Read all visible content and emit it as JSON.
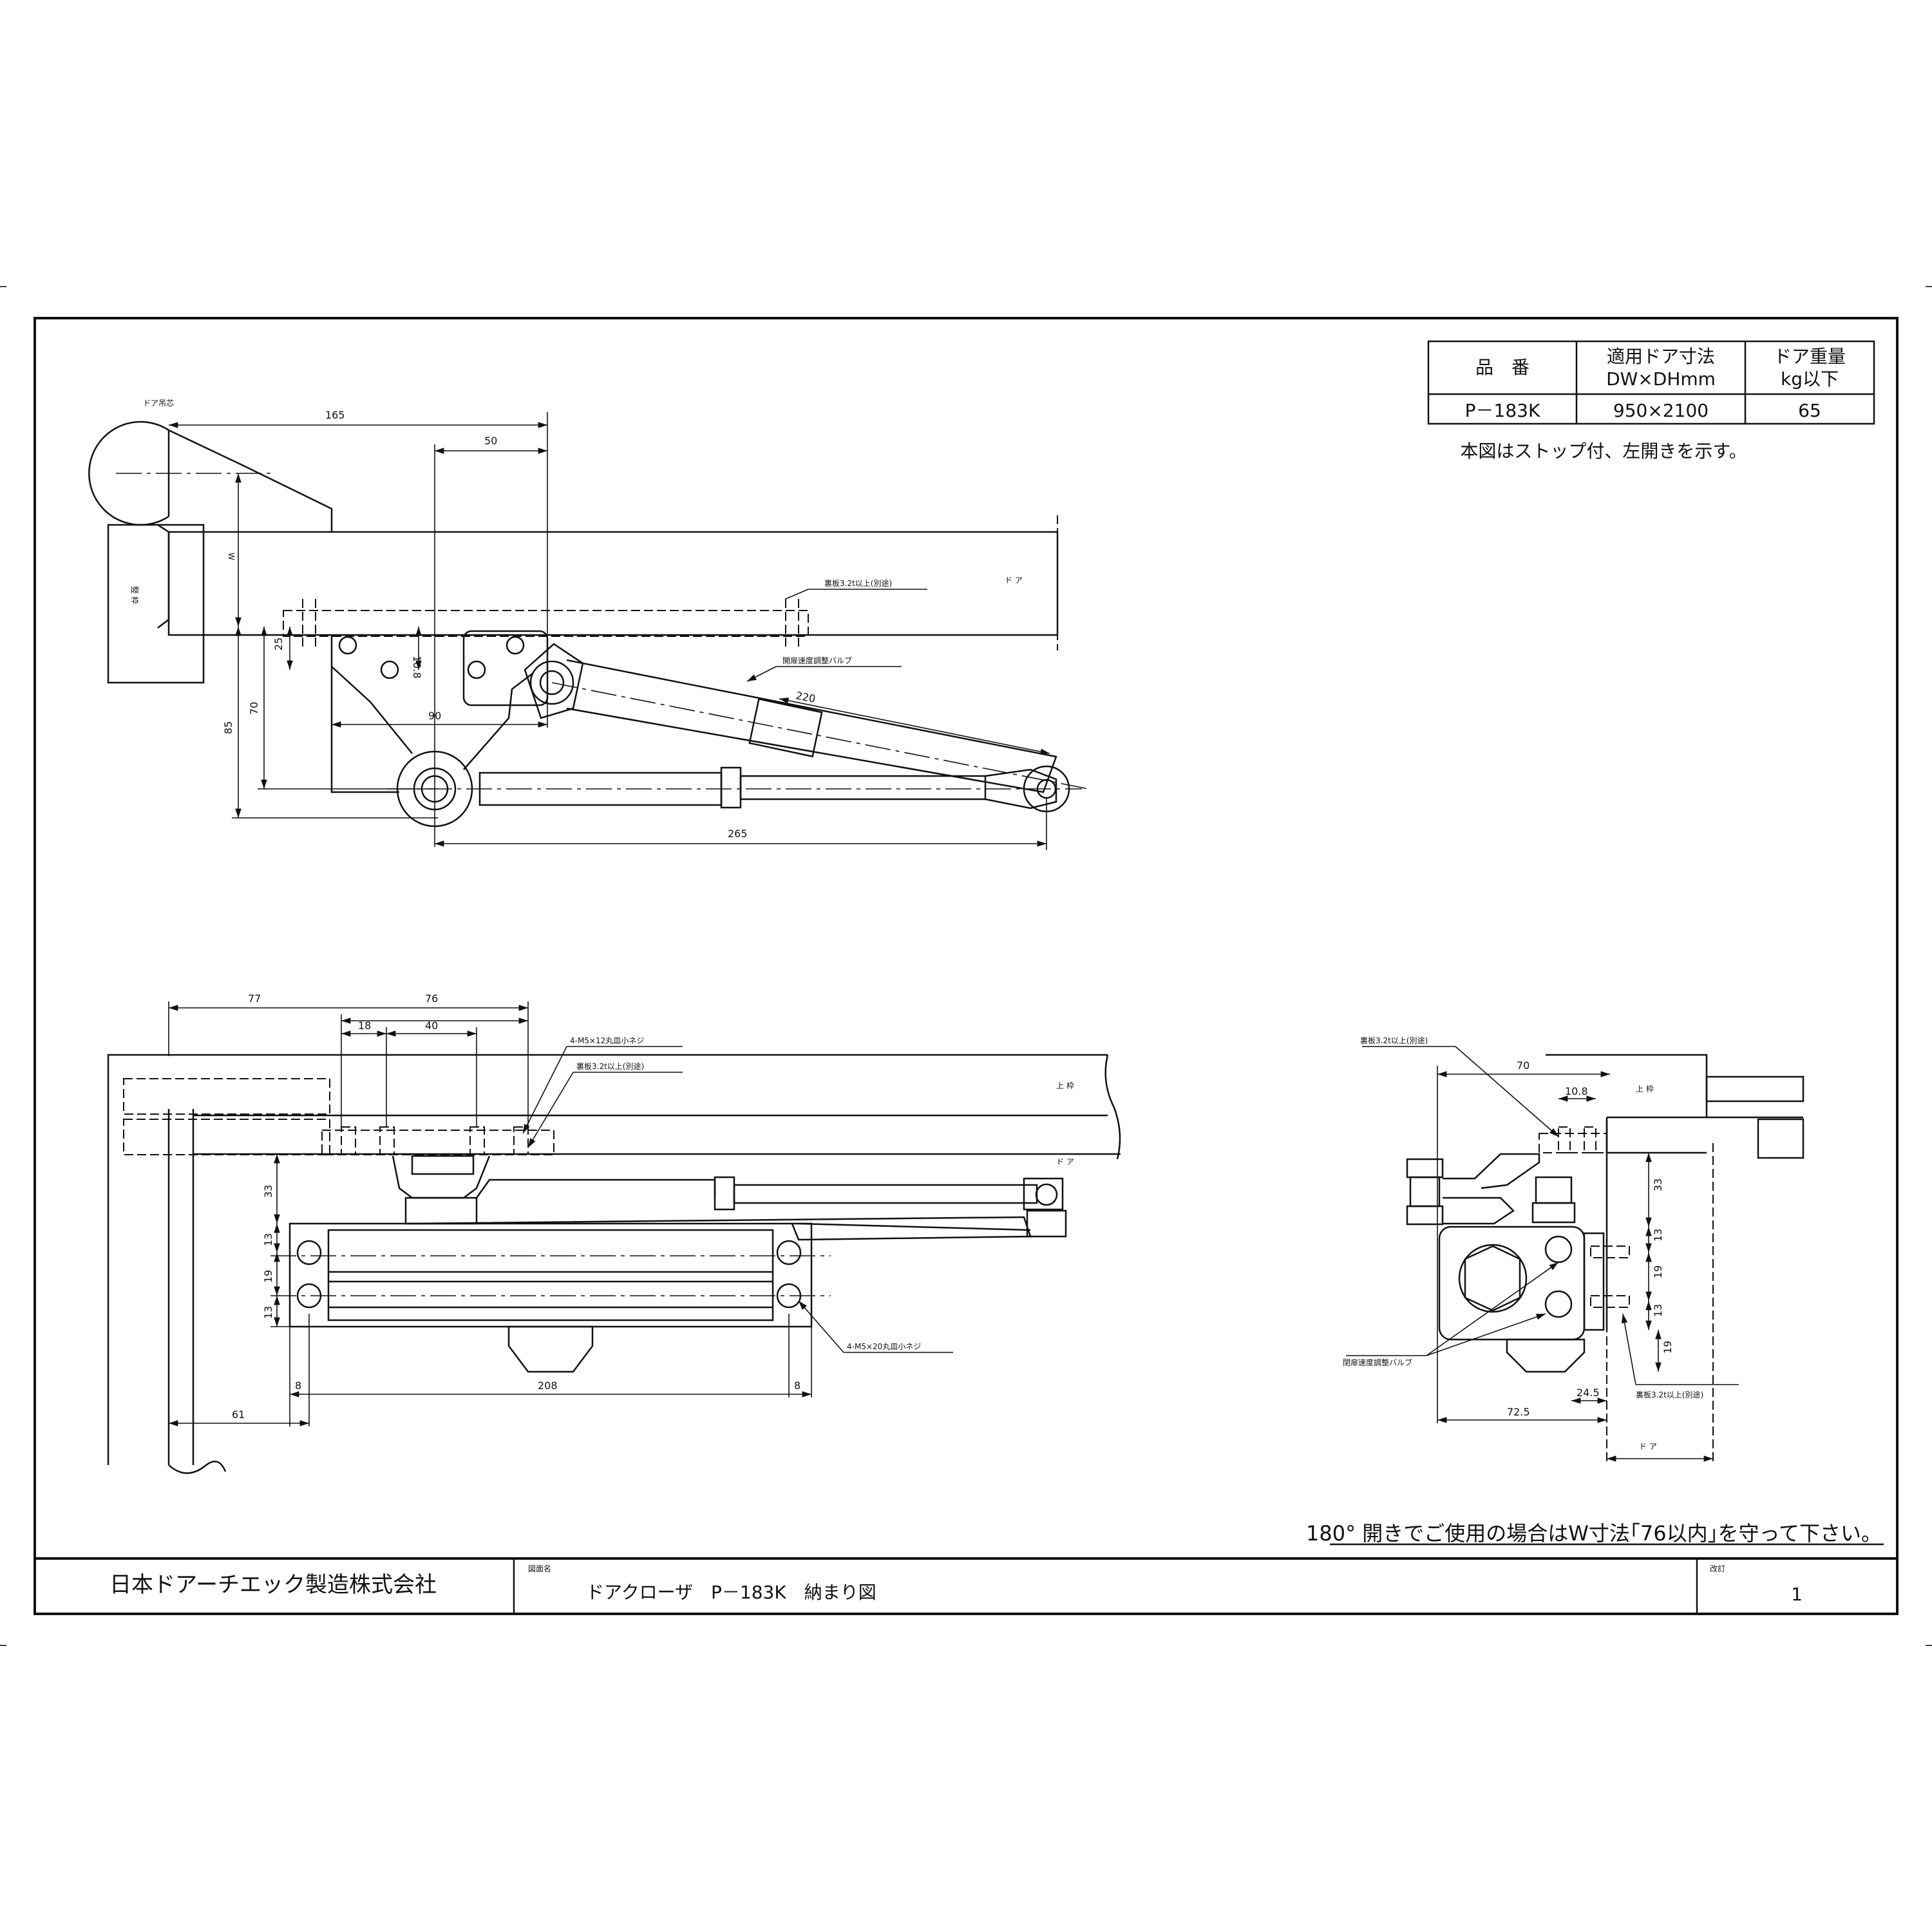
{
  "spec_table": {
    "headers": [
      "品　番",
      "適用ドア寸法\nDW×DHmm",
      "ドア重量\nkg以下"
    ],
    "row": [
      "P－183K",
      "950×2100",
      "65"
    ]
  },
  "note_top": "本図はストップ付、左開きを示す。",
  "note_bottom": "180° 開きでご使用の場合はW寸法｢76以内｣を守って下さい。",
  "title_block": {
    "company": "日本ドアーチエック製造株式会社",
    "drawing_name_label": "図面名",
    "drawing_name": "ドアクローザ　P－183K　納まり図",
    "revision_label": "改訂",
    "revision": "1"
  },
  "top_view": {
    "label_hinge": "ドア吊芯",
    "label_frame": "竪 枠",
    "label_door": "ド ア",
    "label_w": "W",
    "label_plate": "裏板3.2t以上(別途)",
    "label_valve": "開扉速度調整バルブ",
    "dims": [
      "165",
      "50",
      "25",
      "10.8",
      "70",
      "85",
      "90",
      "220",
      "265"
    ]
  },
  "front_view": {
    "label_top_frame": "上 枠",
    "label_door": "ド ア",
    "label_screw_top": "4-M5×12丸皿小ネジ",
    "label_plate": "裏板3.2t以上(別途)",
    "label_screw_body": "4-M5×20丸皿小ネジ",
    "dims": [
      "77",
      "76",
      "18",
      "40",
      "33",
      "13",
      "19",
      "13",
      "8",
      "208",
      "8",
      "61"
    ]
  },
  "side_view": {
    "label_plate_top": "裏板3.2t以上(別途)",
    "label_top_frame": "上 枠",
    "label_valve": "閉扉速度調整バルブ",
    "label_plate_bottom": "裏板3.2t以上(別途)",
    "label_door": "ド ア",
    "dims": [
      "70",
      "10.8",
      "33",
      "13",
      "19",
      "13",
      "19",
      "24.5",
      "72.5"
    ]
  }
}
